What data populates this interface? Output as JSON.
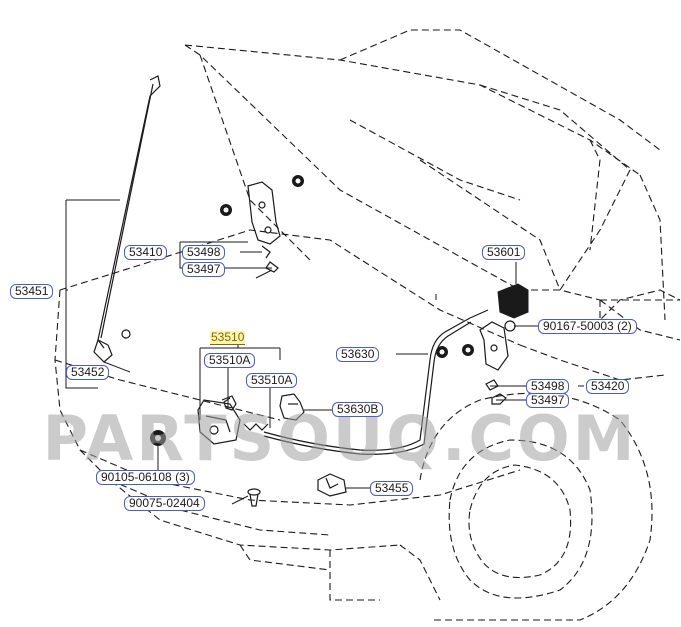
{
  "watermark": "PARTSOUQ.COM",
  "colors": {
    "label_border": "#4a5ad0",
    "highlight": "#fff3a8",
    "line": "#1a1a1a"
  },
  "labels": [
    {
      "id": "53410",
      "text": "53410"
    },
    {
      "id": "53498a",
      "text": "53498"
    },
    {
      "id": "53497a",
      "text": "53497"
    },
    {
      "id": "53451",
      "text": "53451"
    },
    {
      "id": "53452",
      "text": "53452"
    },
    {
      "id": "53510",
      "text": "53510",
      "highlight": true
    },
    {
      "id": "53510A1",
      "text": "53510A"
    },
    {
      "id": "53510A2",
      "text": "53510A"
    },
    {
      "id": "53630",
      "text": "53630"
    },
    {
      "id": "53630B",
      "text": "53630B"
    },
    {
      "id": "53601",
      "text": "53601"
    },
    {
      "id": "90167",
      "text": "90167-50003 (2)"
    },
    {
      "id": "53498b",
      "text": "53498"
    },
    {
      "id": "53420",
      "text": "53420"
    },
    {
      "id": "53497b",
      "text": "53497"
    },
    {
      "id": "90105",
      "text": "90105-06108 (3)"
    },
    {
      "id": "90075",
      "text": "90075-02404"
    },
    {
      "id": "53455",
      "text": "53455"
    }
  ]
}
